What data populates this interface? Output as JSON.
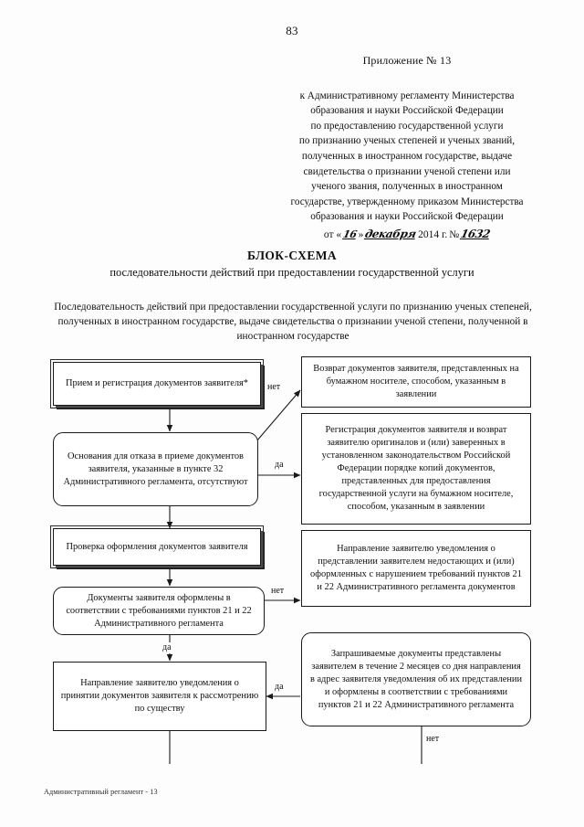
{
  "page": {
    "number": "83",
    "footer": "Административный регламент - 13"
  },
  "appendix": {
    "title": "Приложение № 13",
    "lines": [
      "к Административному регламенту Министерства",
      "образования и науки Российской Федерации",
      "по предоставлению государственной услуги",
      "по признанию ученых степеней и ученых званий,",
      "полученных в иностранном государстве, выдаче",
      "свидетельства о признании ученой степени или",
      "ученого звания, полученных в иностранном",
      "государстве, утвержденному приказом Министерства",
      "образования и науки Российской Федерации"
    ],
    "date": {
      "prefix": "от «",
      "day": "16",
      "mid": "»",
      "month": "декабря",
      "year": "2014 г.",
      "number_label": "№",
      "number": "1632"
    }
  },
  "title": {
    "heading": "БЛОК-СХЕМА",
    "subheading": "последовательности действий при предоставлении государственной услуги",
    "lead": "Последовательность действий при предоставлении государственной услуги по признанию ученых степеней, полученных в иностранном государстве, выдаче свидетельства о признании ученой степени, полученной в иностранном государстве"
  },
  "flowchart": {
    "type": "flowchart",
    "nodes": [
      {
        "id": "n1",
        "shape": "box-3d",
        "text": "Прием и регистрация документов заявителя*"
      },
      {
        "id": "n2",
        "shape": "rounded",
        "text": "Основания для отказа в приеме документов заявителя, указанные в пункте 32 Административного регламента, отсутствуют"
      },
      {
        "id": "n3",
        "shape": "box-3d",
        "text": "Проверка оформления документов заявителя"
      },
      {
        "id": "n4",
        "shape": "rounded",
        "text": "Документы заявителя оформлены в соответствии с требованиями пунктов 21 и 22 Административного регламента"
      },
      {
        "id": "n5",
        "shape": "box",
        "text": "Направление заявителю уведомления о принятии документов заявителя к рассмотрению по существу"
      },
      {
        "id": "r1",
        "shape": "box",
        "text": "Возврат документов заявителя, представленных на бумажном носителе, способом, указанным в заявлении"
      },
      {
        "id": "r2",
        "shape": "box",
        "text": "Регистрация документов заявителя и возврат заявителю оригиналов и (или) заверенных в установленном законодательством Российской Федерации порядке копий документов, представленных для предоставления государственной услуги на бумажном носителе, способом, указанным в заявлении"
      },
      {
        "id": "r3",
        "shape": "box",
        "text": "Направление заявителю уведомления о представлении заявителем недостающих и (или) оформленных с нарушением требований пунктов 21 и 22 Административного регламента документов"
      },
      {
        "id": "r4",
        "shape": "rounded",
        "text": "Запрашиваемые документы представлены заявителем в течение 2 месяцев со дня направления в адрес заявителя уведомления об их представлении и оформлены в соответствии с требованиями пунктов 21 и 22 Административного регламента"
      }
    ],
    "edge_labels": {
      "no_1": "нет",
      "yes_1": "да",
      "no_2": "нет",
      "yes_2": "да",
      "yes_3": "да",
      "no_3": "нет"
    }
  }
}
